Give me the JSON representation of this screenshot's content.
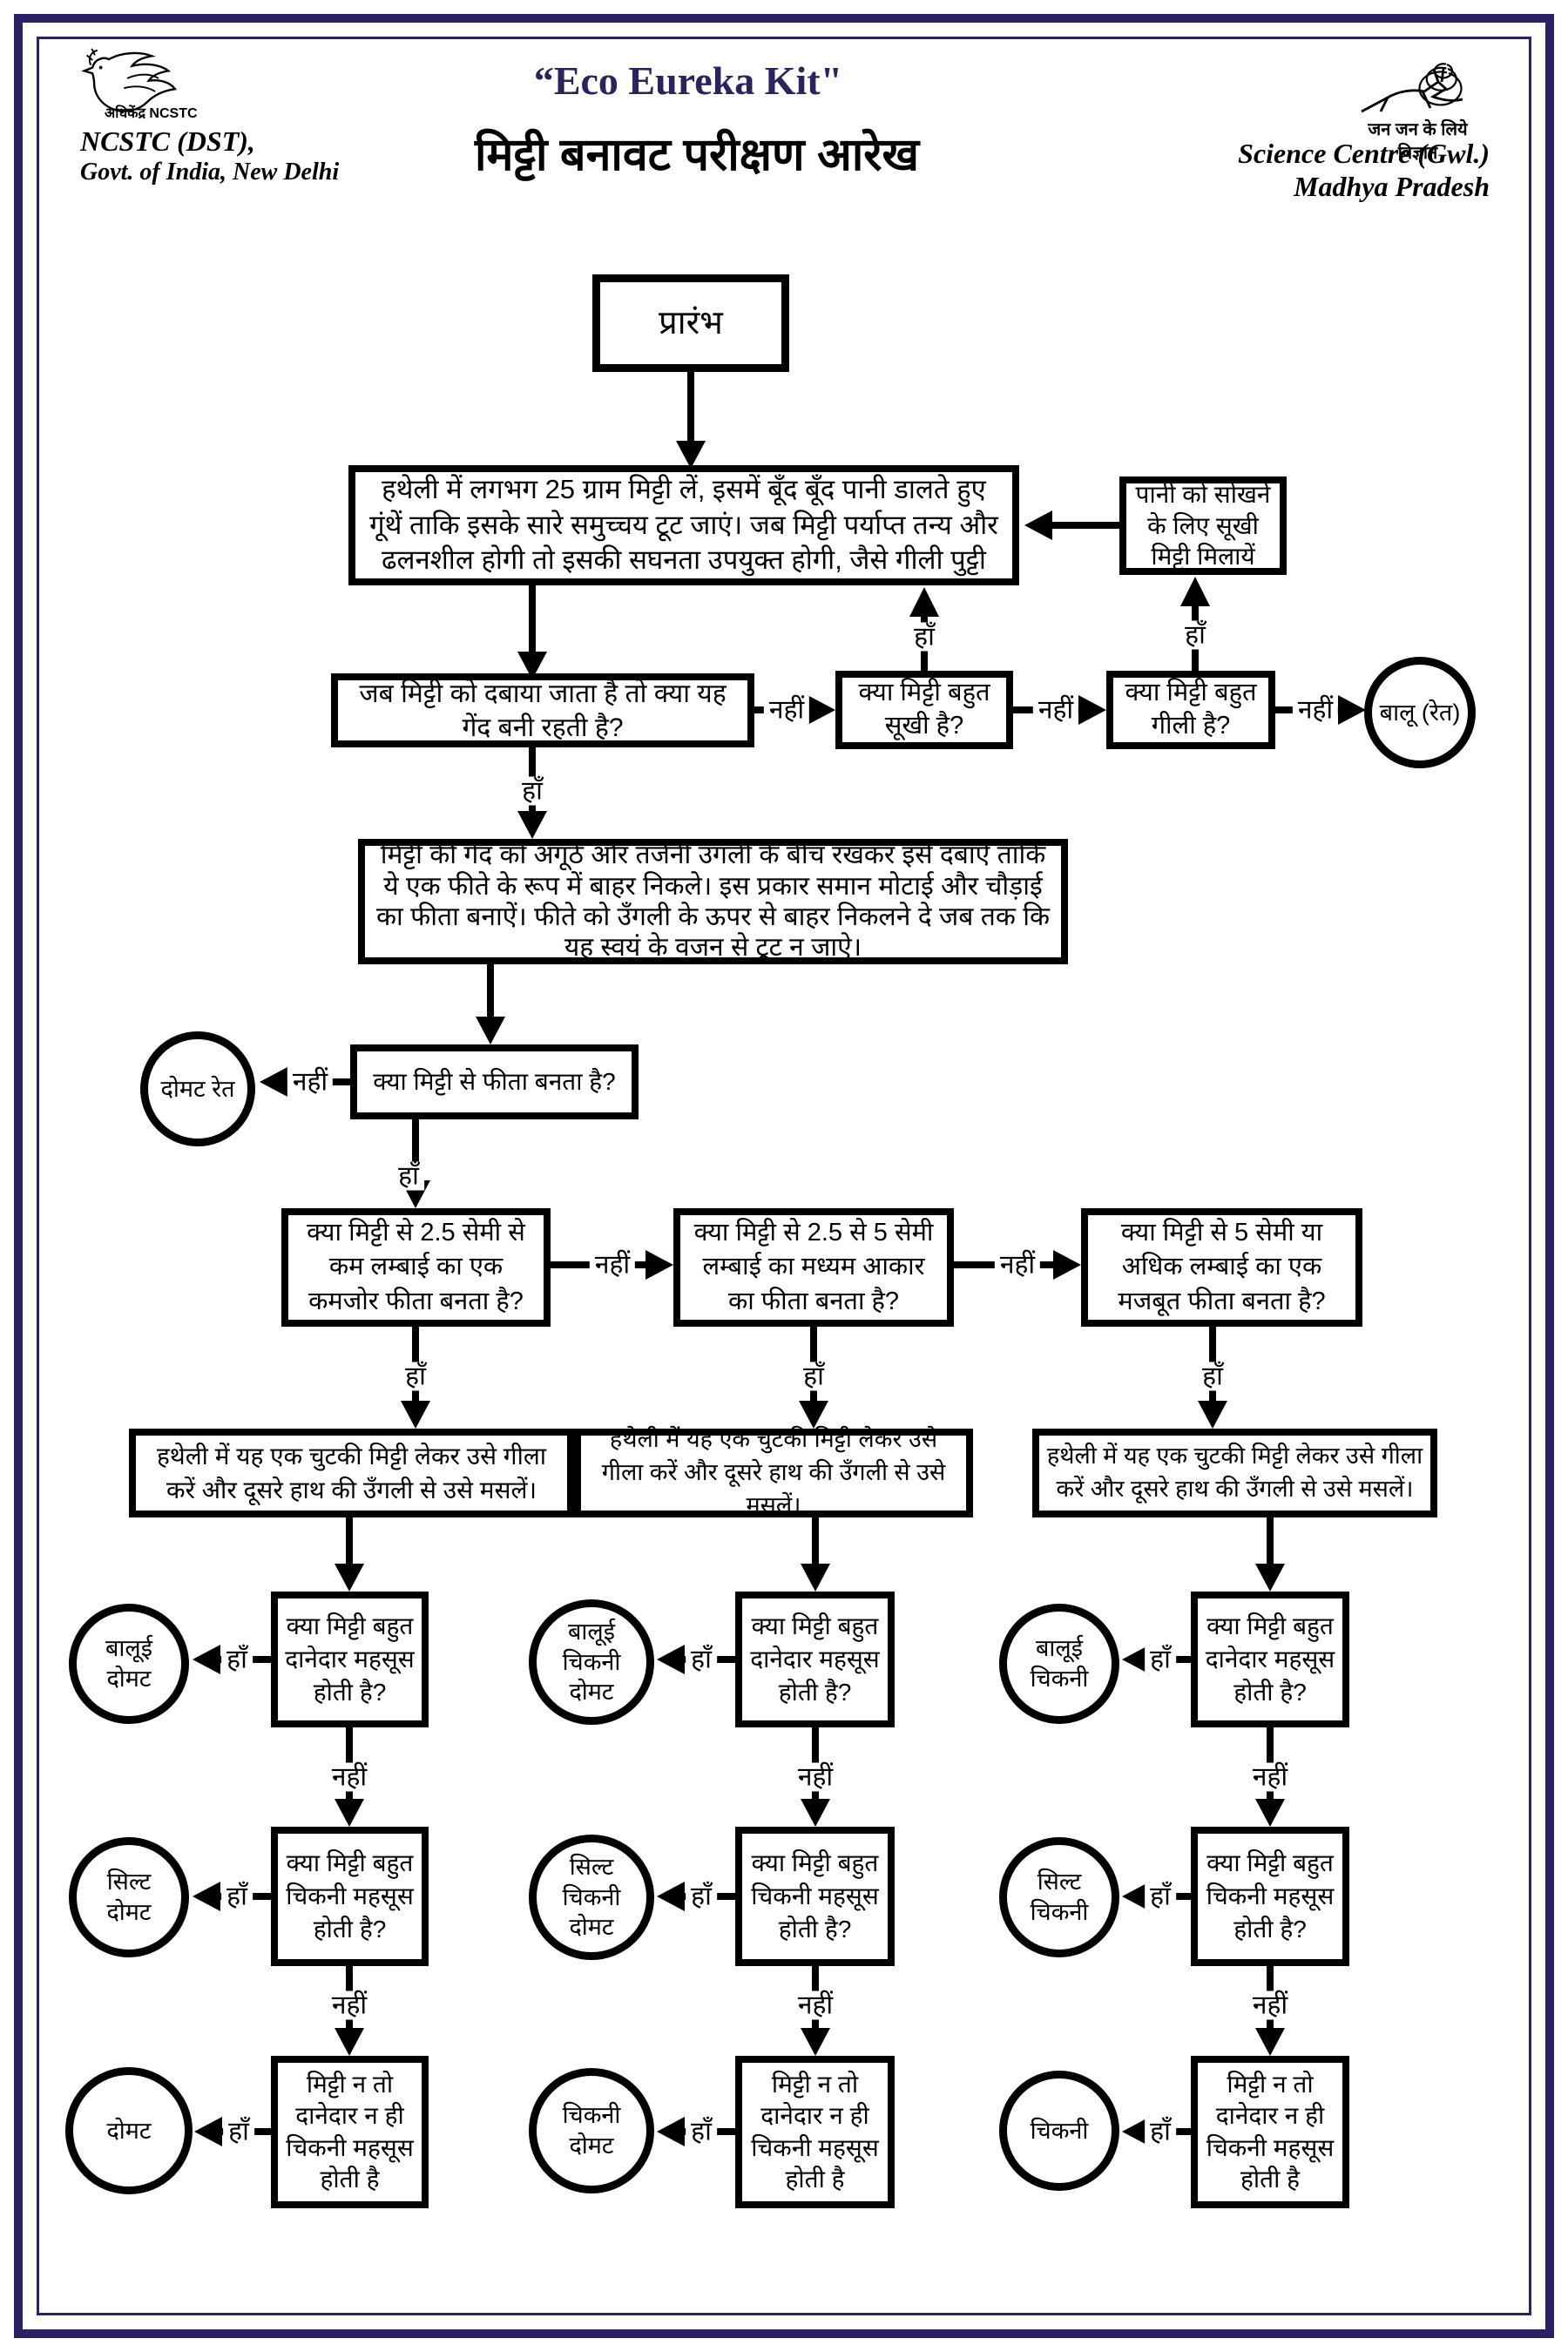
{
  "header": {
    "left": {
      "logo_caption": "अधिकेंद्र NCSTC",
      "org_line1": "NCSTC (DST),",
      "org_line2": "Govt. of India, New Delhi"
    },
    "center": {
      "title": "“Eco Eureka Kit\"",
      "subtitle": "मिट्टी बनावट परीक्षण आरेख"
    },
    "right": {
      "logo_caption": "जन जन के लिये विज्ञान",
      "org_line1": "Science Centre (Gwl.)",
      "org_line2": "Madhya Pradesh"
    }
  },
  "labels": {
    "yes": "हाँ",
    "no": "नहीं"
  },
  "nodes": {
    "start": "प्रारंभ",
    "knead": "हथेली में लगभग 25 ग्राम मिट्टी लें, इसमें बूँद बूँद पानी डालते हुए गूंथें ताकि इसके सारे समुच्चय टूट जाएं। जब मिट्टी पर्याप्त तन्य और ढलनशील होगी तो इसकी सघनता उपयुक्त होगी, जैसे गीली पुट्टी",
    "add_dry_soil": "पानी को सोखने के लिए सूखी मिट्टी मिलायें",
    "ball_q": "जब मिट्टी को दबाया जाता है तो क्या यह गेंद बनी रहती है?",
    "too_dry_q": "क्या मिट्टी बहुत सूखी है?",
    "too_wet_q": "क्या मिट्टी बहुत गीली है?",
    "sand": "बालू (रेत)",
    "ribbon_make": "मिट्टी की गेंद को अंगूठे और तर्जनी उँगली के बीच रखकर इसे दबाऐं ताकि ये एक फीते के रूप में बाहर निकले। इस प्रकार समान मोटाई और चौड़ाई का फीता बनाऐं। फीते को उँगली के ऊपर से बाहर निकलने दे जब तक कि यह स्वयं के वजन से टूट न जाऐ।",
    "ribbon_q": "क्या मिट्टी से फीता बनता है?",
    "loamy_sand": "दोमट रेत",
    "weak_ribbon_q": "क्या मिट्टी से 2.5 सेमी से कम लम्बाई का एक कमजोर फीता बनता है?",
    "medium_ribbon_q": "क्या मिट्टी से 2.5 से 5 सेमी लम्बाई का मध्यम आकार का फीता बनता है?",
    "strong_ribbon_q": "क्या मिट्टी से 5 सेमी या अधिक लम्बाई का एक मजबूत फीता बनता है?",
    "pinch_wet": "हथेली में यह एक चुटकी मिट्टी लेकर उसे गीला करें और दूसरे हाथ की उँगली से उसे मसलें।",
    "gritty_q": "क्या मिट्टी बहुत दानेदार महसूस होती है?",
    "smooth_q": "क्या मिट्टी बहुत चिकनी महसूस होती है?",
    "neither_q": "मिट्टी न तो दानेदार न ही चिकनी महसूस होती है",
    "results": {
      "col1": [
        "बालूई दोमट",
        "सिल्ट दोमट",
        "दोमट"
      ],
      "col2": [
        "बालूई चिकनी दोमट",
        "सिल्ट चिकनी दोमट",
        "चिकनी दोमट"
      ],
      "col3": [
        "बालूई चिकनी",
        "सिल्ट चिकनी",
        "चिकनी"
      ]
    }
  }
}
